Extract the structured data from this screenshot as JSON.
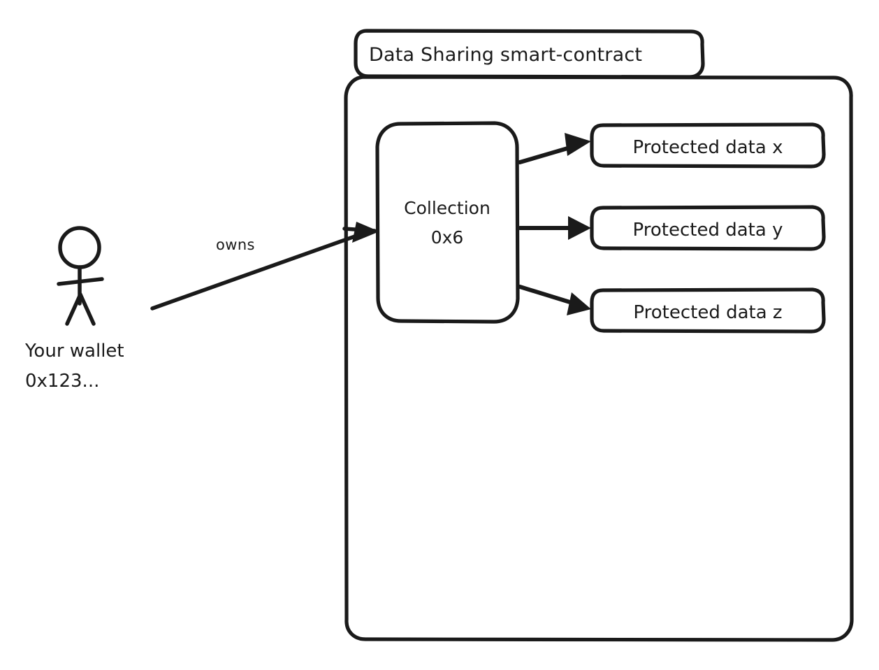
{
  "diagram": {
    "title": "Data Sharing smart-contract",
    "style": {
      "stroke_color": "#1a1a1a",
      "fill_color": "#ffffff",
      "background": "#ffffff"
    },
    "container": {
      "label": "Data Sharing smart-contract",
      "name": "data-sharing-smart-contract-container"
    },
    "collection": {
      "line1": "Collection",
      "line2": "0x6"
    },
    "protected_data": [
      {
        "label": "Protected data x"
      },
      {
        "label": "Protected data y"
      },
      {
        "label": "Protected data z"
      }
    ],
    "actor": {
      "line1": "Your wallet",
      "line2": "0x123...",
      "icon": "stick-figure-person-icon"
    },
    "edges": [
      {
        "label": "owns",
        "from": "Your wallet 0x123...",
        "to": "Collection 0x6"
      },
      {
        "label": "",
        "from": "Collection 0x6",
        "to": "Protected data x"
      },
      {
        "label": "",
        "from": "Collection 0x6",
        "to": "Protected data y"
      },
      {
        "label": "",
        "from": "Collection 0x6",
        "to": "Protected data z"
      }
    ]
  }
}
